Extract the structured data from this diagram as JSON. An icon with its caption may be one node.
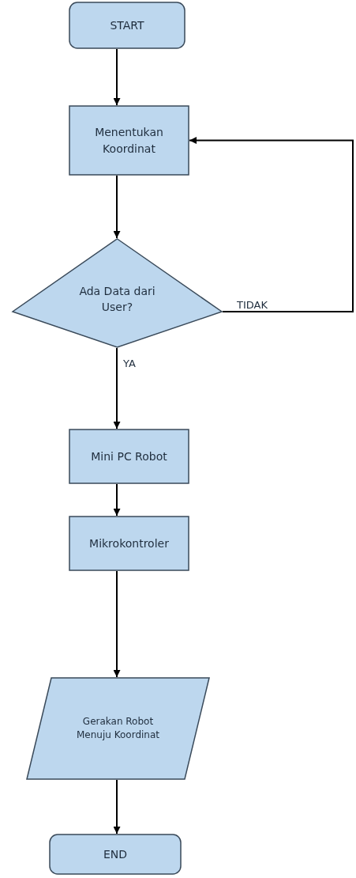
{
  "diagram": {
    "nodes": [
      {
        "text": [
          "START"
        ]
      },
      {
        "text": [
          "Menentukan Koordinat"
        ]
      },
      {
        "text": [
          "Ada Data dari User?"
        ]
      },
      {
        "text": [
          "Mini PC Robot"
        ]
      },
      {
        "text": [
          "Mikrokontroler"
        ]
      },
      {
        "text": [
          "Gerakan Robot Menuju Koordinat"
        ]
      },
      {
        "text": [
          "END"
        ]
      }
    ],
    "edges": [
      {
        "from": 0,
        "to": 1,
        "arrow": "to"
      },
      {
        "from": 1,
        "to": 2,
        "arrow": "to"
      },
      {
        "from": 2,
        "to": 1,
        "arrow": "to",
        "label": "TIDAK"
      },
      {
        "from": 2,
        "to": 3,
        "arrow": "to",
        "label": "YA"
      },
      {
        "from": 3,
        "to": 4,
        "arrow": "to"
      },
      {
        "from": 4,
        "to": 5,
        "arrow": "to"
      },
      {
        "from": 5,
        "to": 6,
        "arrow": "to"
      }
    ]
  }
}
